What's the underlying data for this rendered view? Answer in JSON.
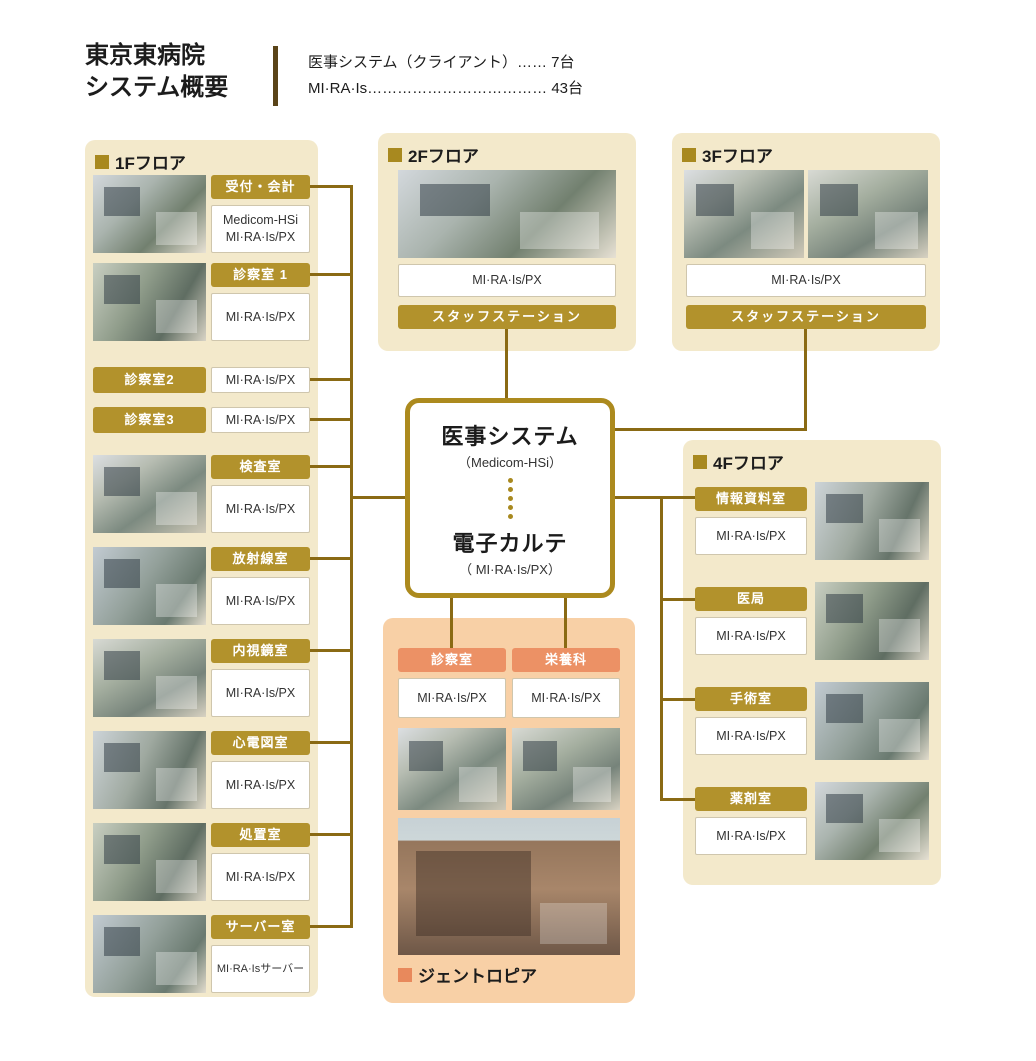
{
  "header": {
    "title_lines": [
      "東京東病院",
      "システム概要"
    ],
    "legend_lines": [
      "医事システム（クライアント）…… 7台",
      "MI·RA·Is……………………………… 43台"
    ]
  },
  "center": {
    "system1": "医事システム",
    "system1_sub": "（Medicom-HSi）",
    "system2": "電子カルテ",
    "system2_sub": "（ MI·RA·Is/PX）"
  },
  "floor1": {
    "title": "1Fフロア",
    "rooms": [
      {
        "label": "受付・会計",
        "systems": [
          "Medicom-HSi",
          "MI·RA·Is/PX"
        ]
      },
      {
        "label": "診察室 1",
        "systems": [
          "MI·RA·Is/PX"
        ]
      },
      {
        "label": "診察室2",
        "systems": [
          "MI·RA·Is/PX"
        ]
      },
      {
        "label": "診察室3",
        "systems": [
          "MI·RA·Is/PX"
        ]
      },
      {
        "label": "検査室",
        "systems": [
          "MI·RA·Is/PX"
        ]
      },
      {
        "label": "放射線室",
        "systems": [
          "MI·RA·Is/PX"
        ]
      },
      {
        "label": "内視鏡室",
        "systems": [
          "MI·RA·Is/PX"
        ]
      },
      {
        "label": "心電図室",
        "systems": [
          "MI·RA·Is/PX"
        ]
      },
      {
        "label": "処置室",
        "systems": [
          "MI·RA·Is/PX"
        ]
      },
      {
        "label": "サーバー室",
        "systems": [
          "MI·RA·Isサーバー"
        ]
      }
    ]
  },
  "floor2": {
    "title": "2Fフロア",
    "system": "MI·RA·Is/PX",
    "station": "スタッフステーション"
  },
  "floor3": {
    "title": "3Fフロア",
    "system": "MI·RA·Is/PX",
    "station": "スタッフステーション"
  },
  "floor4": {
    "title": "4Fフロア",
    "rooms": [
      {
        "label": "情報資料室",
        "system": "MI·RA·Is/PX"
      },
      {
        "label": "医局",
        "system": "MI·RA·Is/PX"
      },
      {
        "label": "手術室",
        "system": "MI·RA·Is/PX"
      },
      {
        "label": "薬剤室",
        "system": "MI·RA·Is/PX"
      }
    ]
  },
  "gentropia": {
    "title": "ジェントロピア",
    "rooms": [
      {
        "label": "診察室",
        "system": "MI·RA·Is/PX"
      },
      {
        "label": "栄養科",
        "system": "MI·RA·Is/PX"
      }
    ]
  },
  "colors": {
    "panel_cream": "#f3e9cb",
    "panel_orange": "#f8d0a6",
    "label_gold": "#b2922c",
    "label_salmon": "#ec9165",
    "line_brown": "#8a6a14",
    "center_border_gold": "#ac8a1e",
    "divider_brown": "#5a4418"
  }
}
